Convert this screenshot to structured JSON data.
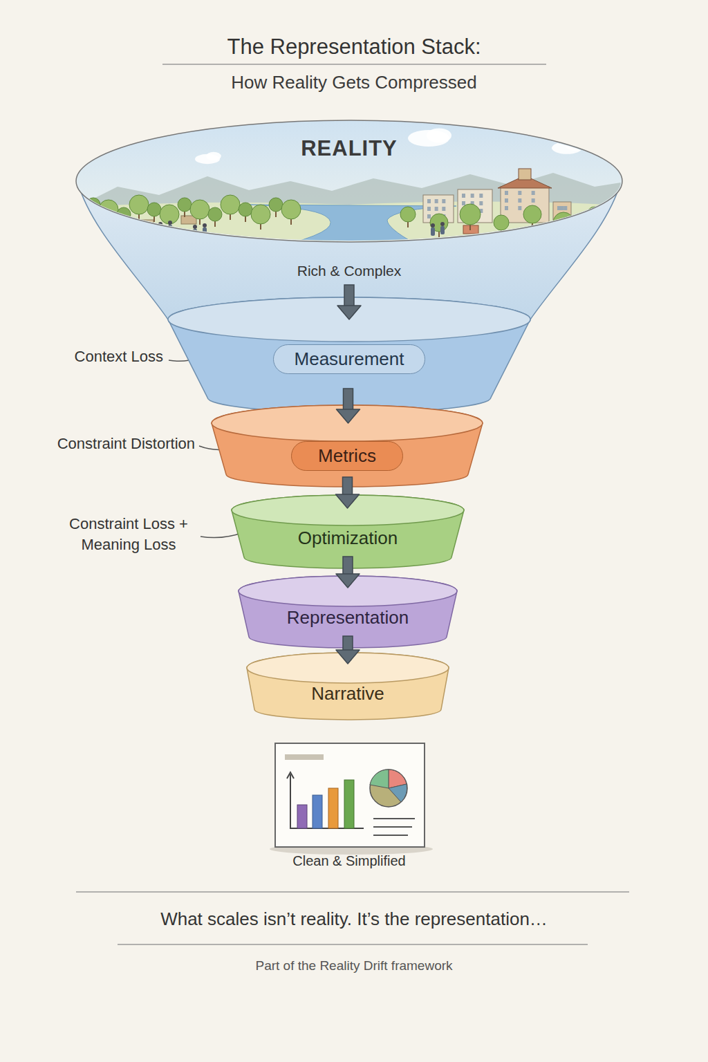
{
  "diagram": {
    "title": "The Representation Stack:",
    "caption": "What scales isn’t reality. It’s the representation…",
    "nodes": [
      {
        "text": [
          "REALITY"
        ]
      },
      {
        "text": [
          "Measurement"
        ]
      },
      {
        "text": [
          "Metrics"
        ]
      },
      {
        "text": [
          "Optimization"
        ]
      },
      {
        "text": [
          "Representation"
        ]
      },
      {
        "text": [
          "Narrative"
        ]
      }
    ],
    "edges": [
      {
        "from": 0,
        "to": 1,
        "arrow": "to"
      },
      {
        "from": 1,
        "to": 2,
        "arrow": "to"
      },
      {
        "from": 2,
        "to": 3,
        "arrow": "to"
      },
      {
        "from": 3,
        "to": 4,
        "arrow": "to"
      },
      {
        "from": 4,
        "to": 5,
        "arrow": "to"
      }
    ],
    "labels": [
      "How Reality Gets Compressed",
      "Rich & Complex",
      "Context Loss",
      "Constraint Distortion",
      "Constraint Loss + Meaning Loss",
      "Clean & Simplified",
      "Part of the Reality Drift framework"
    ]
  }
}
